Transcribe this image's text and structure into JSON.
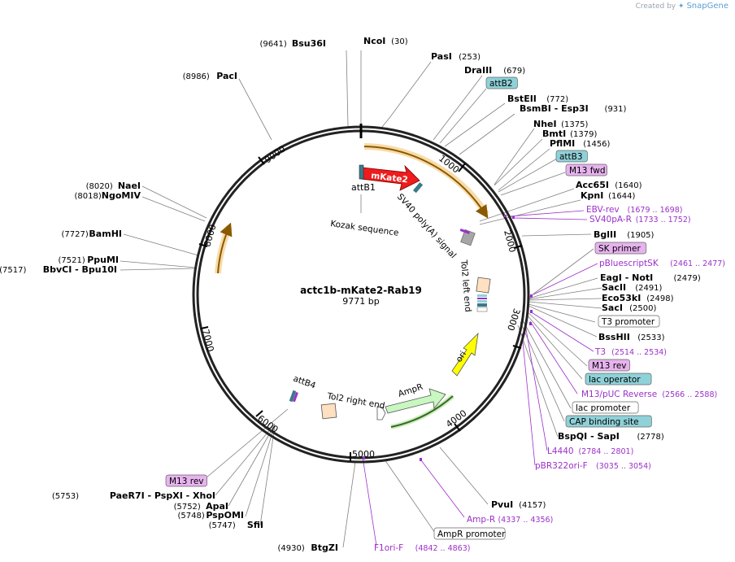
{
  "credit": {
    "prefix": "Created by",
    "brand": "SnapGene"
  },
  "plasmid": {
    "name": "actc1b-mKate2-Rab19",
    "size": "9771 bp"
  },
  "ticks": [
    "1000",
    "2000",
    "3000",
    "4000",
    "5000",
    "6000",
    "7000",
    "8000",
    "9000"
  ],
  "features": {
    "attB1": "attB1",
    "mKate2": "mKate2",
    "kozak": "Kozak sequence",
    "sv40": "SV40 poly(A) signal",
    "tol2_left": "Tol2 left end",
    "tol2_right": "Tol2 right end",
    "ampr": "AmpR",
    "ori": "ori",
    "attB4": "attB4"
  },
  "right_labels": [
    {
      "name": "NcoI",
      "pos": "(30)"
    },
    {
      "name": "PasI",
      "pos": "(253)"
    },
    {
      "name": "DraIII",
      "pos": "(679)"
    },
    {
      "name": "attB2",
      "box": true,
      "color": "#8fd1d8"
    },
    {
      "name": "BstEII",
      "pos": "(772)"
    },
    {
      "name": "BsmBI  - Esp3I",
      "pos": "(931)"
    },
    {
      "name": "NheI",
      "pos": "(1375)"
    },
    {
      "name": "BmtI",
      "pos": "(1379)"
    },
    {
      "name": "PflMI",
      "pos": "(1456)"
    },
    {
      "name": "attB3",
      "box": true,
      "color": "#8fd1d8"
    },
    {
      "name": "M13 fwd",
      "box": true,
      "color": "#e7b3ee"
    },
    {
      "name": "Acc65I",
      "pos": "(1640)"
    },
    {
      "name": "KpnI",
      "pos": "(1644)"
    },
    {
      "name": "EBV-rev",
      "pos": "(1679 .. 1698)",
      "primer": true
    },
    {
      "name": "SV40pA-R",
      "pos": "(1733 .. 1752)",
      "primer": true
    },
    {
      "name": "BglII",
      "pos": "(1905)"
    },
    {
      "name": "SK primer",
      "box": true,
      "color": "#e7b3ee"
    },
    {
      "name": "pBluescriptSK",
      "pos": "(2461 .. 2477)",
      "primer": true
    },
    {
      "name": "EagI  - NotI",
      "pos": "(2479)"
    },
    {
      "name": "SacII",
      "pos": "(2491)"
    },
    {
      "name": "Eco53kI",
      "pos": "(2498)"
    },
    {
      "name": "SacI",
      "pos": "(2500)"
    },
    {
      "name": "T3 promoter",
      "box": true,
      "color": "#ffffff"
    },
    {
      "name": "BssHII",
      "pos": "(2533)"
    },
    {
      "name": "T3",
      "pos": "(2514 .. 2534)",
      "primer": true
    },
    {
      "name": "M13 rev",
      "box": true,
      "color": "#e7b3ee"
    },
    {
      "name": "lac operator",
      "box": true,
      "color": "#8fd1d8"
    },
    {
      "name": "M13/pUC Reverse",
      "pos": "(2566 .. 2588)",
      "primer": true
    },
    {
      "name": "lac promoter",
      "box": true,
      "color": "#ffffff"
    },
    {
      "name": "CAP binding site",
      "box": true,
      "color": "#8fd1d8"
    },
    {
      "name": "BspQI  - SapI",
      "pos": "(2778)"
    },
    {
      "name": "L4440",
      "pos": "(2784 .. 2801)",
      "primer": true
    },
    {
      "name": "pBR322ori-F",
      "pos": "(3035 .. 3054)",
      "primer": true
    },
    {
      "name": "PvuI",
      "pos": "(4157)"
    },
    {
      "name": "Amp-R",
      "pos": "(4337 .. 4356)",
      "primer": true
    },
    {
      "name": "AmpR promoter",
      "box": true,
      "color": "#ffffff"
    },
    {
      "name": "F1ori-F",
      "pos": "(4842 .. 4863)",
      "primer": true
    }
  ],
  "left_labels": [
    {
      "name": "Bsu36I",
      "pos": "(9641)"
    },
    {
      "name": "PacI",
      "pos": "(8986)"
    },
    {
      "name": "NaeI",
      "pos": "(8020)"
    },
    {
      "name": "NgoMIV",
      "pos": "(8018)"
    },
    {
      "name": "BamHI",
      "pos": "(7727)"
    },
    {
      "name": "PpuMI",
      "pos": "(7521)"
    },
    {
      "name": "BbvCI  - Bpu10I",
      "pos": "(7517)"
    },
    {
      "name": "M13 rev",
      "box": true,
      "color": "#e7b3ee"
    },
    {
      "name": "PaeR7I  - PspXI  - XhoI",
      "pos": "(5753)"
    },
    {
      "name": "ApaI",
      "pos": "(5752)"
    },
    {
      "name": "PspOMI",
      "pos": "(5748)"
    },
    {
      "name": "SfiI",
      "pos": "(5747)"
    },
    {
      "name": "BtgZI",
      "pos": "(4930)"
    }
  ]
}
